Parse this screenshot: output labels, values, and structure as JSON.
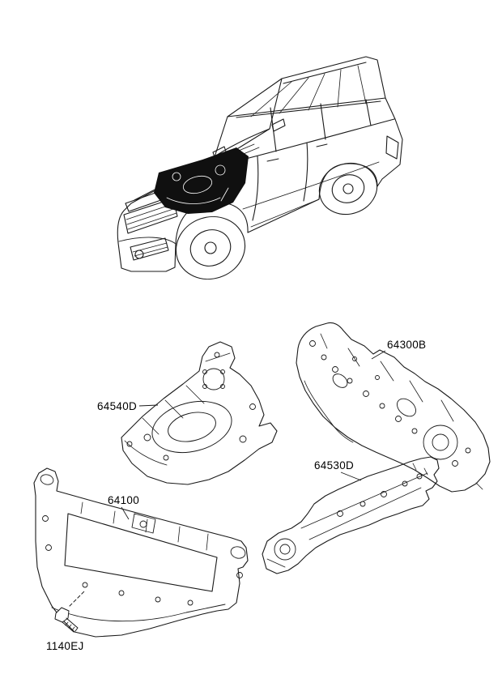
{
  "diagram": {
    "background": "#ffffff",
    "line_color": "#1a1a1a",
    "highlight_fill": "#101010",
    "parts": [
      {
        "id": "64300B"
      },
      {
        "id": "64540D"
      },
      {
        "id": "64530D"
      },
      {
        "id": "64100"
      },
      {
        "id": "1140EJ"
      }
    ]
  }
}
